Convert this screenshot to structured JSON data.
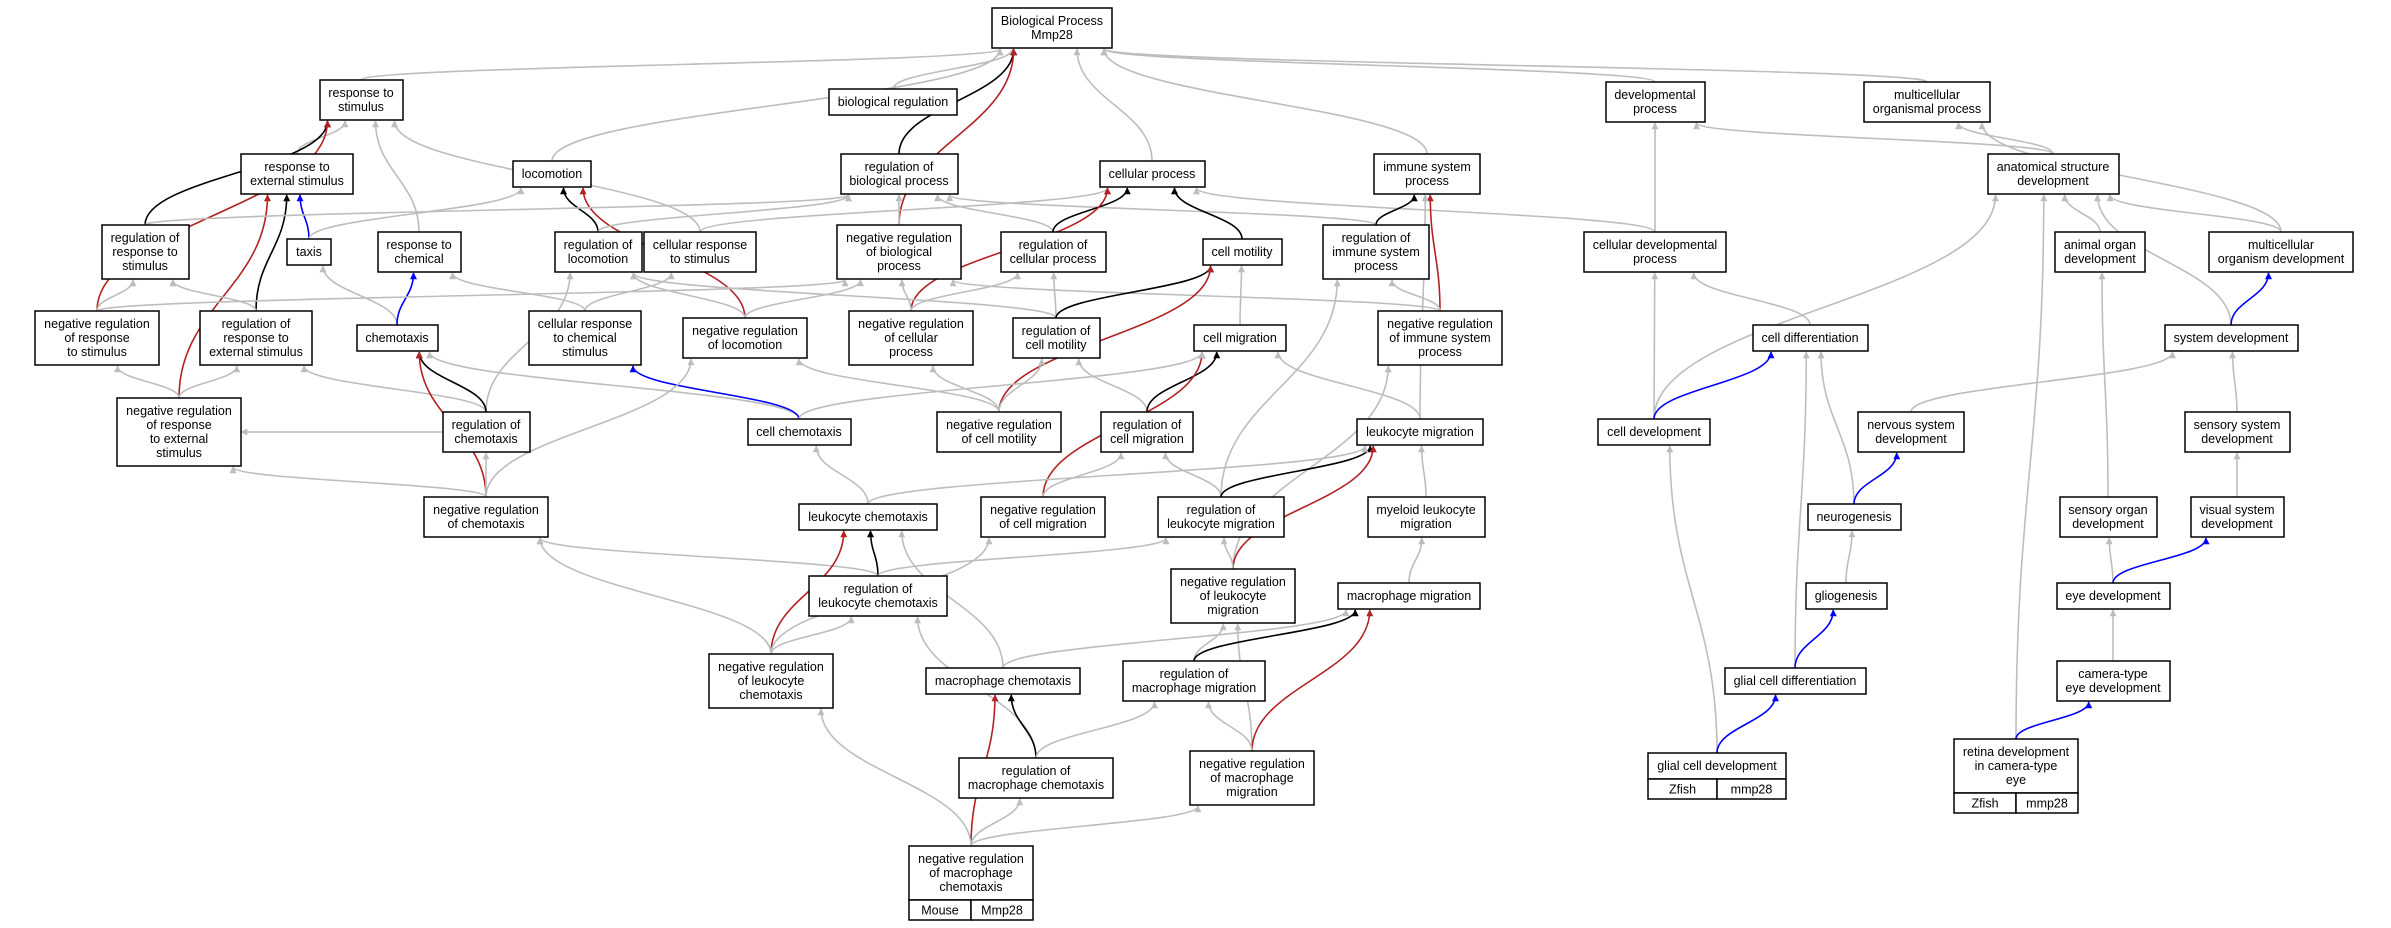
{
  "colors": {
    "is_a": "#bdbdbd",
    "part_of": "#000000",
    "regulates": "#0000ff",
    "negatively_regulates": "#b22222",
    "badge_mouse": "#add8e6",
    "badge_zfish": "#6495ed"
  },
  "nodes": {
    "bp": [
      "Biological Process",
      "Mmp28"
    ],
    "rts": [
      "response to",
      "stimulus"
    ],
    "breg": [
      "biological regulation"
    ],
    "devp": [
      "developmental",
      "process"
    ],
    "mop": [
      "multicellular",
      "organismal process"
    ],
    "rtes": [
      "response to",
      "external stimulus"
    ],
    "loco": [
      "locomotion"
    ],
    "rbp": [
      "regulation of",
      "biological process"
    ],
    "cp": [
      "cellular process"
    ],
    "isp": [
      "immune system",
      "process"
    ],
    "asd": [
      "anatomical structure",
      "development"
    ],
    "rrts": [
      "regulation of",
      "response to",
      "stimulus"
    ],
    "taxis": [
      "taxis"
    ],
    "rtc": [
      "response to",
      "chemical"
    ],
    "rloco": [
      "regulation of",
      "locomotion"
    ],
    "crts": [
      "cellular response",
      "to stimulus"
    ],
    "nrbp": [
      "negative regulation",
      "of biological",
      "process"
    ],
    "rcp": [
      "regulation of",
      "cellular process"
    ],
    "cmot": [
      "cell motility"
    ],
    "risp": [
      "regulation of",
      "immune system",
      "process"
    ],
    "cdp": [
      "cellular developmental",
      "process"
    ],
    "aod": [
      "animal organ",
      "development"
    ],
    "mod": [
      "multicellular",
      "organism development"
    ],
    "nrrts": [
      "negative regulation",
      "of response",
      "to stimulus"
    ],
    "rrtes": [
      "regulation of",
      "response to",
      "external stimulus"
    ],
    "chemo": [
      "chemotaxis"
    ],
    "crtcs": [
      "cellular response",
      "to chemical",
      "stimulus"
    ],
    "nrloco": [
      "negative regulation",
      "of locomotion"
    ],
    "nrcp": [
      "negative regulation",
      "of cellular",
      "process"
    ],
    "rcmot": [
      "regulation of",
      "cell motility"
    ],
    "cmig": [
      "cell migration"
    ],
    "nrisp": [
      "negative regulation",
      "of immune system",
      "process"
    ],
    "cdiff": [
      "cell differentiation"
    ],
    "sysd": [
      "system development"
    ],
    "nrrtes": [
      "negative regulation",
      "of response",
      "to external",
      "stimulus"
    ],
    "rchemo": [
      "regulation of",
      "chemotaxis"
    ],
    "cchemo": [
      "cell chemotaxis"
    ],
    "nrcmot": [
      "negative regulation",
      "of cell motility"
    ],
    "rcmig": [
      "regulation of",
      "cell migration"
    ],
    "lmig": [
      "leukocyte migration"
    ],
    "cdev": [
      "cell development"
    ],
    "nsd": [
      "nervous system",
      "development"
    ],
    "ssd": [
      "sensory system",
      "development"
    ],
    "nrchemo": [
      "negative regulation",
      "of chemotaxis"
    ],
    "lchemo": [
      "leukocyte chemotaxis"
    ],
    "nrcmig": [
      "negative regulation",
      "of cell migration"
    ],
    "rlmig": [
      "regulation of",
      "leukocyte migration"
    ],
    "mlmig": [
      "myeloid leukocyte",
      "migration"
    ],
    "neuro": [
      "neurogenesis"
    ],
    "sod": [
      "sensory organ",
      "development"
    ],
    "vsd": [
      "visual system",
      "development"
    ],
    "rlchemo": [
      "regulation of",
      "leukocyte chemotaxis"
    ],
    "nrlmig": [
      "negative regulation",
      "of leukocyte",
      "migration"
    ],
    "mmig": [
      "macrophage migration"
    ],
    "glio": [
      "gliogenesis"
    ],
    "eyed": [
      "eye development"
    ],
    "nrlchemo": [
      "negative regulation",
      "of leukocyte",
      "chemotaxis"
    ],
    "mchemo": [
      "macrophage chemotaxis"
    ],
    "rmmig": [
      "regulation of",
      "macrophage migration"
    ],
    "gcdiff": [
      "glial cell differentiation"
    ],
    "cted": [
      "camera-type",
      "eye development"
    ],
    "rmchemo": [
      "regulation of",
      "macrophage chemotaxis"
    ],
    "nrmmig": [
      "negative regulation",
      "of macrophage",
      "migration"
    ],
    "gcdev": [
      "glial cell development"
    ],
    "rdcte": [
      "retina development",
      "in camera-type",
      "eye"
    ],
    "nrmchemo": [
      "negative regulation",
      "of macrophage",
      "chemotaxis"
    ]
  },
  "badges": {
    "gcdev": [
      "Zfish",
      "mmp28"
    ],
    "rdcte": [
      "Zfish",
      "mmp28"
    ],
    "nrmchemo": [
      "Mouse",
      "Mmp28"
    ]
  },
  "edges": [
    [
      "rts",
      "bp",
      "g"
    ],
    [
      "breg",
      "bp",
      "g"
    ],
    [
      "rbp",
      "bp",
      "k"
    ],
    [
      "nrbp",
      "bp",
      "r"
    ],
    [
      "cp",
      "bp",
      "g"
    ],
    [
      "isp",
      "bp",
      "g"
    ],
    [
      "loco",
      "bp",
      "g"
    ],
    [
      "devp",
      "bp",
      "g"
    ],
    [
      "mop",
      "bp",
      "g"
    ],
    [
      "rtes",
      "rts",
      "g"
    ],
    [
      "rtc",
      "rts",
      "g"
    ],
    [
      "crts",
      "rts",
      "g"
    ],
    [
      "rrts",
      "rts",
      "k"
    ],
    [
      "nrrts",
      "rts",
      "r"
    ],
    [
      "taxis",
      "rtes",
      "b"
    ],
    [
      "rrtes",
      "rtes",
      "k"
    ],
    [
      "nrrtes",
      "rtes",
      "r"
    ],
    [
      "taxis",
      "loco",
      "g"
    ],
    [
      "rloco",
      "loco",
      "k"
    ],
    [
      "nrloco",
      "loco",
      "r"
    ],
    [
      "rrts",
      "rbp",
      "g"
    ],
    [
      "rloco",
      "rbp",
      "g"
    ],
    [
      "nrbp",
      "rbp",
      "g"
    ],
    [
      "rcp",
      "rbp",
      "g"
    ],
    [
      "risp",
      "rbp",
      "g"
    ],
    [
      "crts",
      "cp",
      "g"
    ],
    [
      "rcp",
      "cp",
      "k"
    ],
    [
      "cmot",
      "cp",
      "k"
    ],
    [
      "nrcp",
      "cp",
      "r"
    ],
    [
      "cdp",
      "cp",
      "g"
    ],
    [
      "risp",
      "isp",
      "k"
    ],
    [
      "nrisp",
      "isp",
      "r"
    ],
    [
      "lmig",
      "isp",
      "g"
    ],
    [
      "cdp",
      "devp",
      "g"
    ],
    [
      "asd",
      "devp",
      "g"
    ],
    [
      "asd",
      "mop",
      "g"
    ],
    [
      "mod",
      "mop",
      "g"
    ],
    [
      "aod",
      "asd",
      "g"
    ],
    [
      "mod",
      "asd",
      "g"
    ],
    [
      "sysd",
      "asd",
      "g"
    ],
    [
      "cdev",
      "asd",
      "g"
    ],
    [
      "rdcte",
      "asd",
      "g"
    ],
    [
      "nrrts",
      "rrts",
      "g"
    ],
    [
      "rrtes",
      "rrts",
      "g"
    ],
    [
      "chemo",
      "taxis",
      "g"
    ],
    [
      "chemo",
      "rtc",
      "b"
    ],
    [
      "crtcs",
      "rtc",
      "g"
    ],
    [
      "crtcs",
      "crts",
      "g"
    ],
    [
      "nrloco",
      "rloco",
      "g"
    ],
    [
      "rchemo",
      "rloco",
      "g"
    ],
    [
      "rcmot",
      "rloco",
      "g"
    ],
    [
      "nrcp",
      "rcp",
      "g"
    ],
    [
      "nrcp",
      "nrbp",
      "g"
    ],
    [
      "nrloco",
      "nrbp",
      "g"
    ],
    [
      "nrrts",
      "nrbp",
      "g"
    ],
    [
      "nrisp",
      "nrbp",
      "g"
    ],
    [
      "rcmot",
      "rcp",
      "g"
    ],
    [
      "rcmot",
      "cmot",
      "k"
    ],
    [
      "nrcmot",
      "cmot",
      "r"
    ],
    [
      "cmig",
      "cmot",
      "g"
    ],
    [
      "nrisp",
      "risp",
      "g"
    ],
    [
      "rlmig",
      "risp",
      "g"
    ],
    [
      "cdiff",
      "cdp",
      "g"
    ],
    [
      "cdev",
      "cdp",
      "g"
    ],
    [
      "sysd",
      "mod",
      "b"
    ],
    [
      "nrrtes",
      "nrrts",
      "g"
    ],
    [
      "nrrtes",
      "rrtes",
      "g"
    ],
    [
      "rchemo",
      "rrtes",
      "g"
    ],
    [
      "rchemo",
      "chemo",
      "k"
    ],
    [
      "nrchemo",
      "chemo",
      "r"
    ],
    [
      "cchemo",
      "chemo",
      "g"
    ],
    [
      "cchemo",
      "crtcs",
      "b"
    ],
    [
      "nrchemo",
      "nrloco",
      "g"
    ],
    [
      "nrcmot",
      "nrloco",
      "g"
    ],
    [
      "nrcmot",
      "nrcp",
      "g"
    ],
    [
      "nrcmot",
      "rcmot",
      "g"
    ],
    [
      "rcmig",
      "rcmot",
      "g"
    ],
    [
      "rcmig",
      "cmig",
      "k"
    ],
    [
      "nrcmig",
      "cmig",
      "r"
    ],
    [
      "cchemo",
      "cmig",
      "g"
    ],
    [
      "lmig",
      "cmig",
      "g"
    ],
    [
      "nrlmig",
      "nrisp",
      "g"
    ],
    [
      "cdev",
      "cdiff",
      "b"
    ],
    [
      "neuro",
      "cdiff",
      "g"
    ],
    [
      "gcdiff",
      "cdiff",
      "g"
    ],
    [
      "nsd",
      "sysd",
      "g"
    ],
    [
      "ssd",
      "sysd",
      "g"
    ],
    [
      "rchemo",
      "nrrtes",
      "g"
    ],
    [
      "nrchemo",
      "nrrtes",
      "g"
    ],
    [
      "nrchemo",
      "rchemo",
      "g"
    ],
    [
      "lchemo",
      "cchemo",
      "g"
    ],
    [
      "nrcmig",
      "rcmig",
      "g"
    ],
    [
      "rlmig",
      "rcmig",
      "g"
    ],
    [
      "rlmig",
      "lmig",
      "k"
    ],
    [
      "nrlmig",
      "lmig",
      "r"
    ],
    [
      "mlmig",
      "lmig",
      "g"
    ],
    [
      "lchemo",
      "lmig",
      "g"
    ],
    [
      "gcdev",
      "cdev",
      "g"
    ],
    [
      "neuro",
      "nsd",
      "b"
    ],
    [
      "vsd",
      "ssd",
      "g"
    ],
    [
      "rlchemo",
      "nrchemo",
      "g"
    ],
    [
      "rlchemo",
      "lchemo",
      "k"
    ],
    [
      "nrlchemo",
      "lchemo",
      "r"
    ],
    [
      "mchemo",
      "lchemo",
      "g"
    ],
    [
      "nrlchemo",
      "nrcmig",
      "g"
    ],
    [
      "nrlmig",
      "rlmig",
      "g"
    ],
    [
      "rlchemo",
      "rlmig",
      "g"
    ],
    [
      "mmig",
      "mlmig",
      "g"
    ],
    [
      "glio",
      "neuro",
      "g"
    ],
    [
      "eyed",
      "sod",
      "g"
    ],
    [
      "sod",
      "aod",
      "g"
    ],
    [
      "eyed",
      "vsd",
      "b"
    ],
    [
      "nrlchemo",
      "rlchemo",
      "g"
    ],
    [
      "rmchemo",
      "rlchemo",
      "g"
    ],
    [
      "nrmmig",
      "nrlmig",
      "g"
    ],
    [
      "rmmig",
      "nrlmig",
      "g"
    ],
    [
      "rmmig",
      "mmig",
      "k"
    ],
    [
      "nrmmig",
      "mmig",
      "r"
    ],
    [
      "mchemo",
      "mmig",
      "g"
    ],
    [
      "gcdiff",
      "glio",
      "b"
    ],
    [
      "cted",
      "eyed",
      "g"
    ],
    [
      "nrlchemo",
      "nrchemo",
      "g"
    ],
    [
      "rmchemo",
      "mchemo",
      "k"
    ],
    [
      "nrmchemo",
      "mchemo",
      "r"
    ],
    [
      "nrmmig",
      "rmmig",
      "g"
    ],
    [
      "rmchemo",
      "rmmig",
      "g"
    ],
    [
      "gcdev",
      "gcdiff",
      "b"
    ],
    [
      "rdcte",
      "cted",
      "b"
    ],
    [
      "nrmchemo",
      "rmchemo",
      "g"
    ],
    [
      "nrmchemo",
      "nrmmig",
      "g"
    ],
    [
      "nrmchemo",
      "nrlchemo",
      "g"
    ]
  ]
}
